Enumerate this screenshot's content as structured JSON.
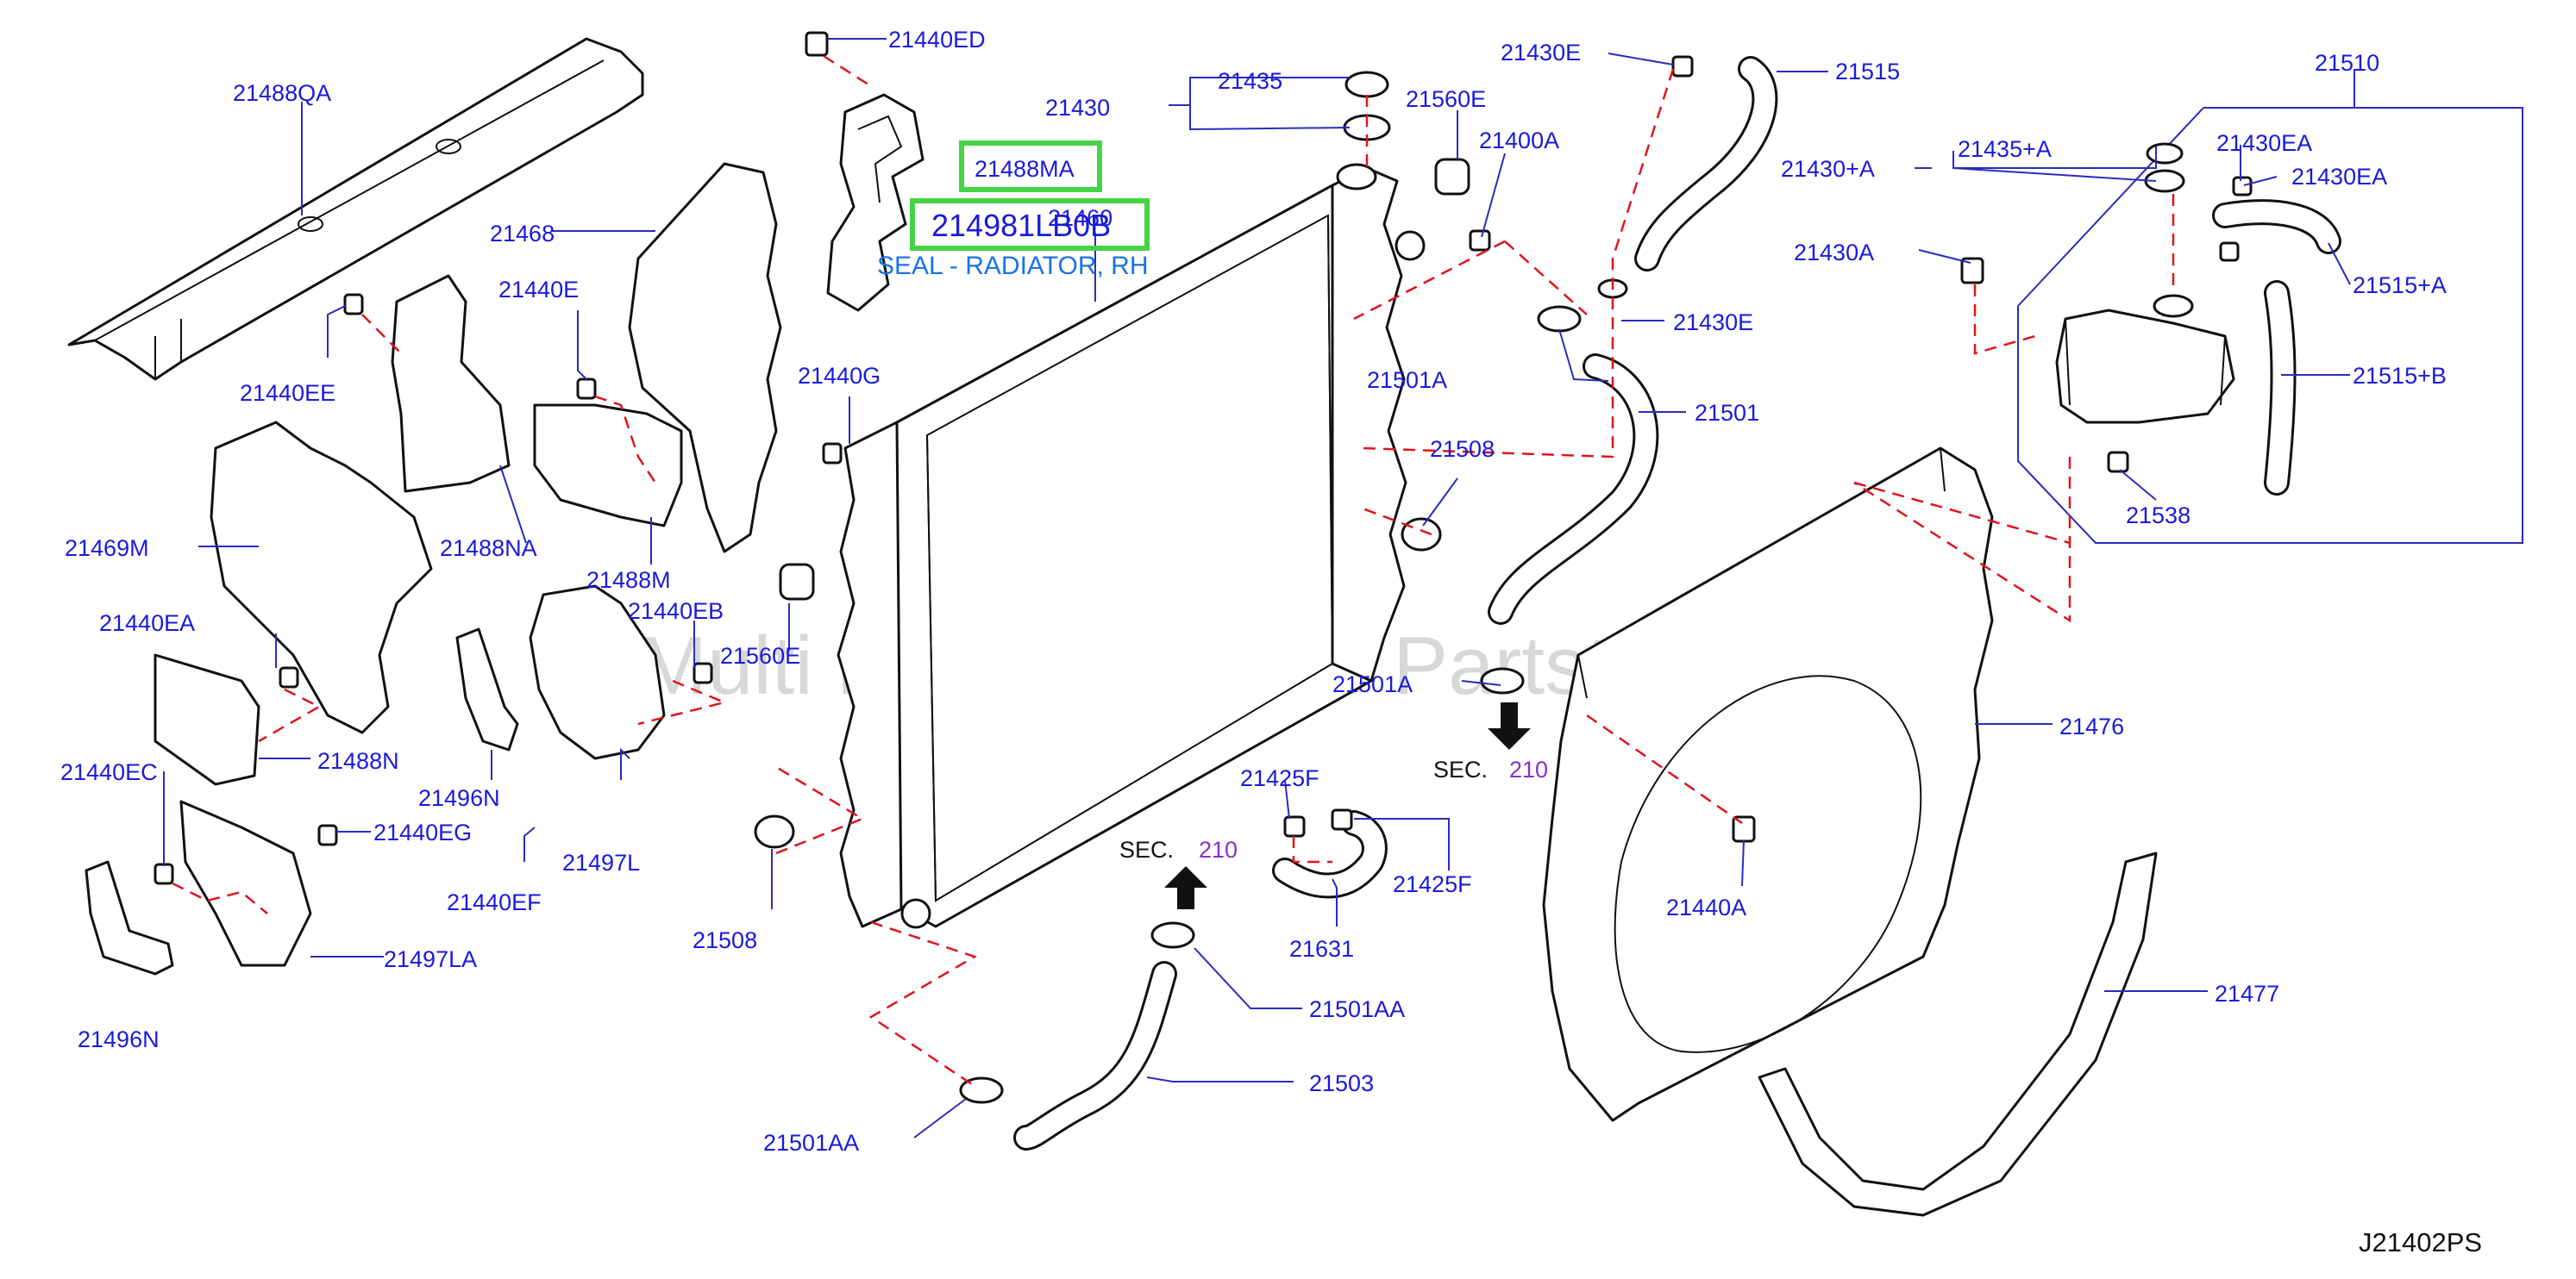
{
  "watermark": "Multi Merchant Auto Partstore",
  "diagram_code": "J21402PS",
  "section_label": "SEC.",
  "section_number": "210",
  "highlight": {
    "part_main": "21488MA",
    "part_seal": "214981LB0B",
    "seal_description": "SEAL - RADIATOR, RH"
  },
  "labels": {
    "p21488QA": "21488QA",
    "p21440ED": "21440ED",
    "p21430": "21430",
    "p21435": "21435",
    "p21560E_top": "21560E",
    "p21400A": "21400A",
    "p21430E_top": "21430E",
    "p21515": "21515",
    "p21510": "21510",
    "p21430EA_1": "21430EA",
    "p21430EA_2": "21430EA",
    "p21435A": "21435+A",
    "p21430A_plus": "21430+A",
    "p21430A": "21430A",
    "p21515A": "21515+A",
    "p21515B": "21515+B",
    "p21538": "21538",
    "p21468": "21468",
    "p21440E": "21440E",
    "p21440EE": "21440EE",
    "p21460": "21460",
    "p21430E_mid": "21430E",
    "p21501A_top": "21501A",
    "p21501": "21501",
    "p21440G": "21440G",
    "p21508_mid": "21508",
    "p21469M": "21469M",
    "p21488NA": "21488NA",
    "p21488M": "21488M",
    "p21440EB": "21440EB",
    "p21560E_mid": "21560E",
    "p21440EA": "21440EA",
    "p21501A_low": "21501A",
    "p21488N": "21488N",
    "p21476": "21476",
    "p21440EC": "21440EC",
    "p21496N_mid": "21496N",
    "p21425F_top": "21425F",
    "p21440EG": "21440EG",
    "p21497L": "21497L",
    "p21425F_right": "21425F",
    "p21440EF": "21440EF",
    "p21440A": "21440A",
    "p21508_low": "21508",
    "p21631": "21631",
    "p21497LA": "21497LA",
    "p21501AA_mid": "21501AA",
    "p21477": "21477",
    "p21496N_low": "21496N",
    "p21503": "21503",
    "p21501AA_low": "21501AA"
  }
}
